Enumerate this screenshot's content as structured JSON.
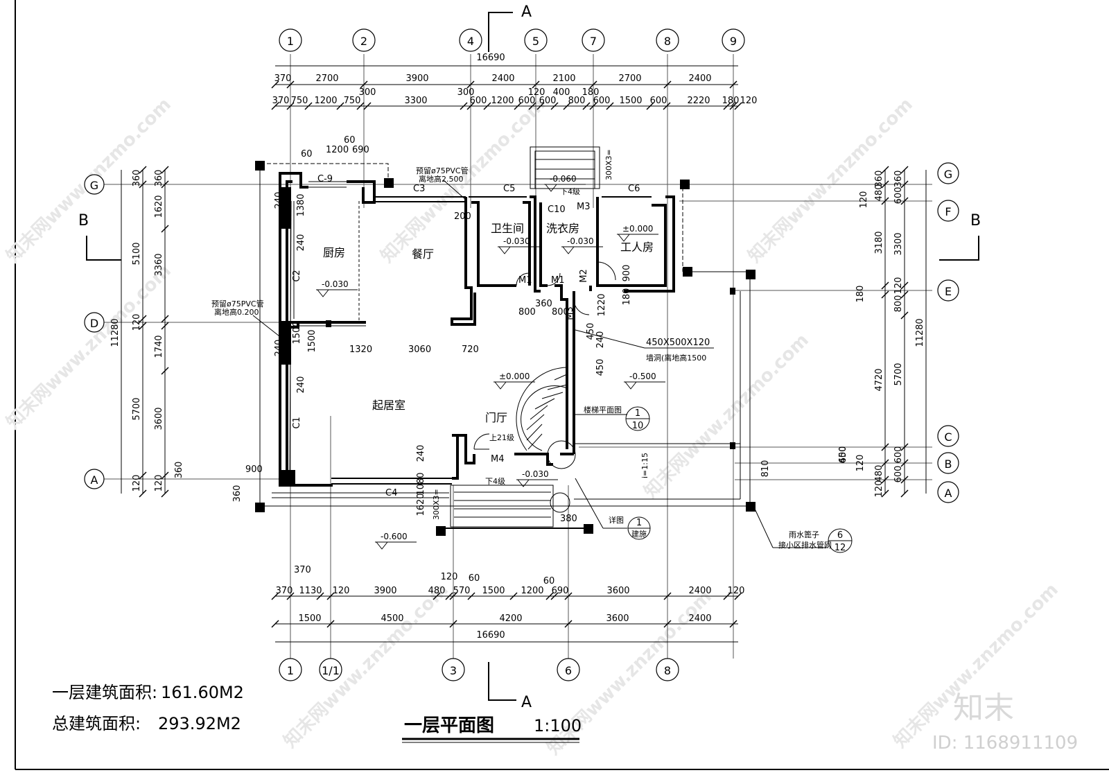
{
  "drawing": {
    "title": "一层平面图",
    "scale": "1:100",
    "stats": [
      {
        "label": "一层建筑面积:",
        "value": "161.60M2"
      },
      {
        "label": "总建筑面积:",
        "value": "293.92M2"
      }
    ],
    "watermark_logo": "知末",
    "watermark_id": "ID: 1168911109",
    "watermark_text": "知末网www.znzmo.com"
  },
  "sections": {
    "a_top": "A",
    "a_bottom": "A",
    "b_left": "B",
    "b_right": "B"
  },
  "axes": {
    "top": [
      "1",
      "2",
      "4",
      "5",
      "7",
      "8",
      "9"
    ],
    "bottom": [
      "1",
      "1/1",
      "3",
      "6",
      "8"
    ],
    "left": [
      "G",
      "D",
      "A"
    ],
    "right": [
      "G",
      "F",
      "E",
      "C",
      "B",
      "A"
    ]
  },
  "dims_top": {
    "overall": "16690",
    "row1": [
      "370",
      "2700",
      "3900",
      "2400",
      "2100",
      "2700",
      "2400"
    ],
    "row2": [
      "370",
      "750",
      "1200",
      "750",
      "300",
      "3300",
      "300",
      "600",
      "1200",
      "600",
      "120",
      "600",
      "400",
      "800",
      "180",
      "600",
      "1500",
      "600",
      "2220",
      "180",
      "120"
    ]
  },
  "dims_bottom": {
    "row1": [
      "370",
      "370",
      "1130",
      "120",
      "3900",
      "480",
      "120",
      "570",
      "60",
      "1500",
      "1200",
      "60",
      "690",
      "3600",
      "2400",
      "120"
    ],
    "row2": [
      "1500",
      "4500",
      "4200",
      "3600",
      "2400"
    ],
    "overall": "16690"
  },
  "dims_left": {
    "overall": "11280",
    "row1": [
      "360",
      "5100",
      "120",
      "5700",
      "120"
    ],
    "row2": [
      "360",
      "1620",
      "3360",
      "1740",
      "3600",
      "120",
      "360"
    ]
  },
  "dims_right": {
    "overall": "11280",
    "row1": [
      "360",
      "600",
      "3300",
      "120",
      "800",
      "5700",
      "600",
      "600"
    ],
    "row2": [
      "360",
      "480",
      "120",
      "3180",
      "180",
      "4720",
      "600",
      "120",
      "480",
      "120"
    ]
  },
  "rooms": {
    "kitchen": "厨房",
    "dining": "餐厅",
    "bathroom": "卫生间",
    "laundry": "洗衣房",
    "workers": "工人房",
    "living": "起居室",
    "foyer": "门厅"
  },
  "elevations": {
    "kitchen": "-0.030",
    "bathroom": "-0.030",
    "laundry": "-0.030",
    "workers": "±0.000",
    "foyer": "±0.000",
    "garage_area": "-0.500",
    "top_steps": "-0.060",
    "bottom_steps": "-0.030",
    "ground": "-0.600"
  },
  "openings": [
    "C-9",
    "C3",
    "C5",
    "C6",
    "C10",
    "M3",
    "M1",
    "M1",
    "M2",
    "M3",
    "C2",
    "C1",
    "C4",
    "M4"
  ],
  "notes": {
    "pvc_top_1": "预留ø75PVC管",
    "pvc_top_2": "离地高2.500",
    "pvc_left_1": "预留ø75PVC管",
    "pvc_left_2": "离地高0.200",
    "hole_1": "450X500X120",
    "hole_2": "墙洞(离地高1500",
    "stair_plan": "楼梯平面图",
    "detail": "详图",
    "drain_1": "雨水篦子",
    "drain_2": "接小区排水管网",
    "steps_top": "下4级",
    "steps_bottom": "下4级",
    "stair_up": "上21级",
    "slope": "i=1:15",
    "step_dim_top": "300X3=",
    "step_dim_bottom": "300X3="
  },
  "callouts": {
    "stair": {
      "num": "1",
      "den": "10"
    },
    "detail": {
      "num": "1",
      "den": "建施"
    },
    "drain": {
      "num": "6",
      "den": "12"
    }
  },
  "interior_dims": [
    "60",
    "1200",
    "60",
    "690",
    "240",
    "1380",
    "240",
    "240",
    "200",
    "900",
    "1220",
    "180",
    "800",
    "360",
    "800",
    "240",
    "450",
    "450",
    "240",
    "1500",
    "1320",
    "3060",
    "720",
    "240",
    "1080",
    "1620",
    "900",
    "360",
    "380",
    "810",
    "1500",
    "450",
    "900"
  ]
}
